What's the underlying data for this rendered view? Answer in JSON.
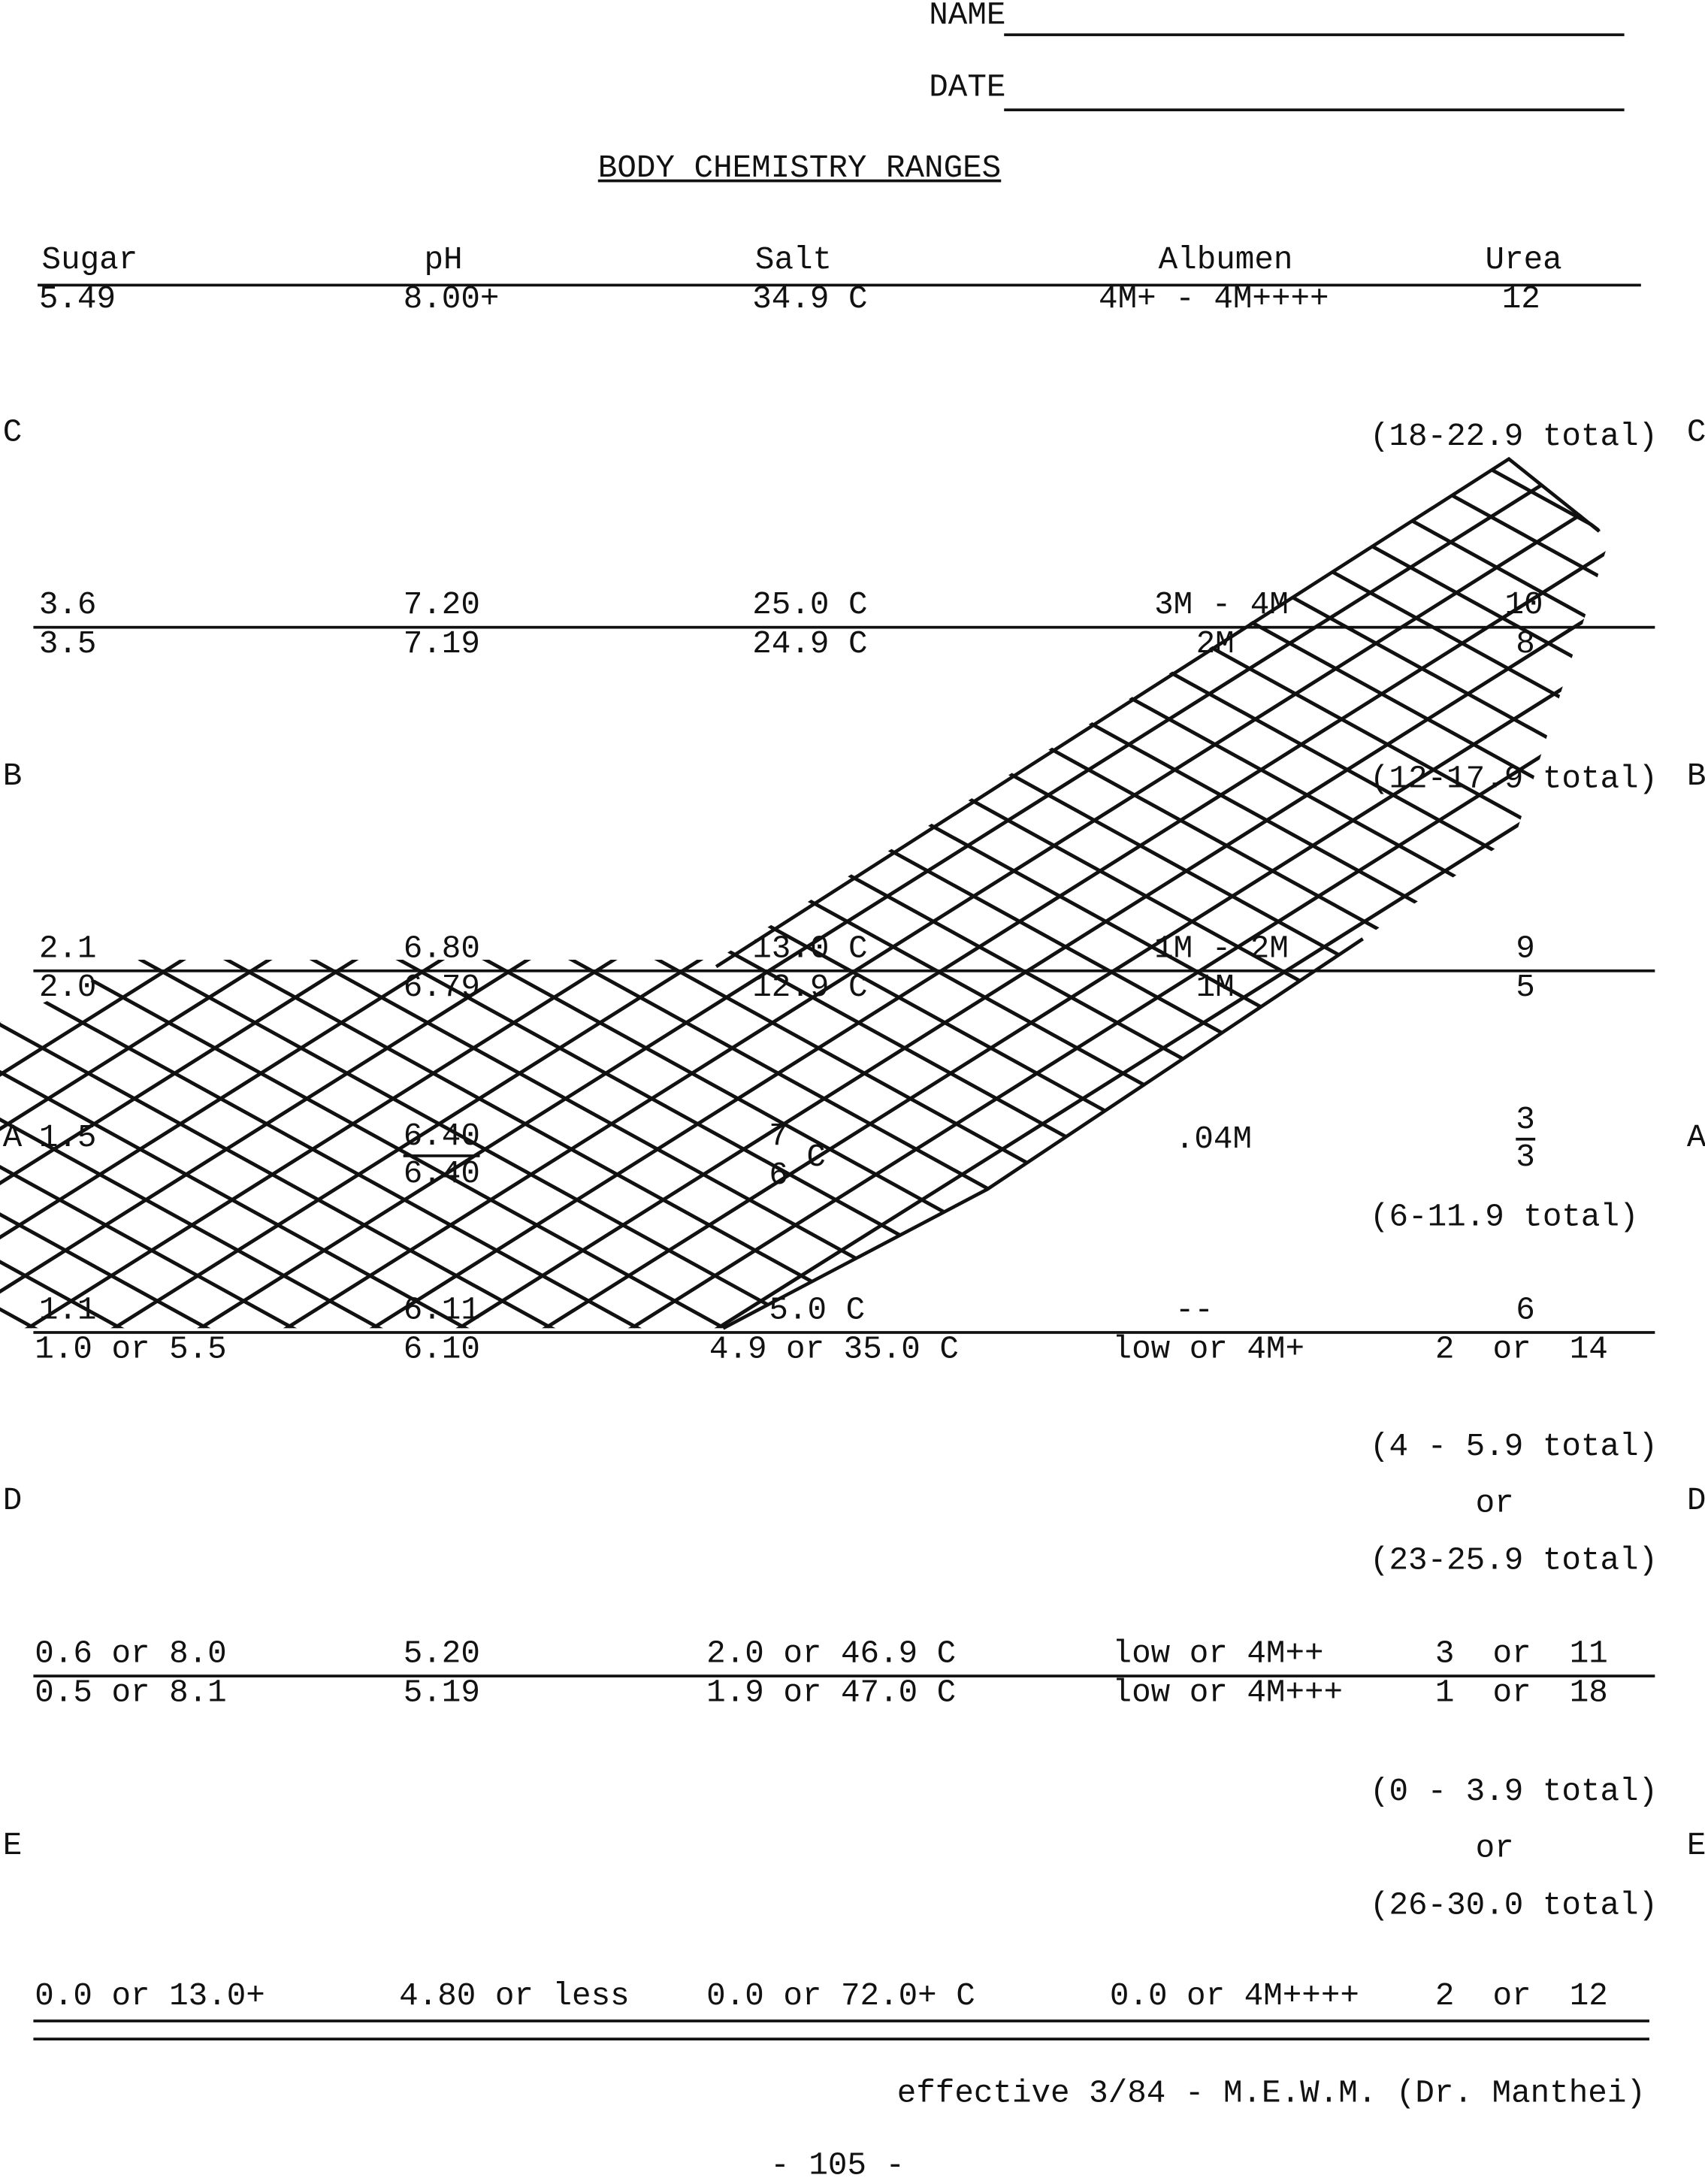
{
  "header": {
    "name_label": "NAME",
    "date_label": "DATE",
    "title": "BODY CHEMISTRY RANGES"
  },
  "columns": [
    "Sugar",
    "pH",
    "Salt",
    "Albumen",
    "Urea"
  ],
  "top_values": [
    "5.49",
    "8.00+",
    "34.9 C",
    "4M+ - 4M++++",
    "12"
  ],
  "zones": {
    "C": {
      "label": "C",
      "totals": [
        "(18-22.9 total)"
      ]
    },
    "B": {
      "label": "B",
      "totals": [
        "(12-17.9 total)"
      ]
    },
    "A": {
      "label": "A",
      "totals": [
        "(6-11.9 total)"
      ]
    },
    "D": {
      "label": "D",
      "totals": [
        "(4 - 5.9 total)",
        "or",
        "(23-25.9 total)"
      ]
    },
    "E": {
      "label": "E",
      "totals": [
        "(0 - 3.9 total)",
        "or",
        "(26-30.0 total)"
      ]
    }
  },
  "boundaries": [
    {
      "above": [
        "3.6",
        "7.20",
        "25.0 C",
        "3M - 4M",
        "10"
      ],
      "below": [
        "3.5",
        "7.19",
        "24.9 C",
        "2M",
        "8"
      ]
    },
    {
      "above": [
        "2.1",
        "6.80",
        "13.0 C",
        "1M - 2M",
        "9"
      ],
      "below": [
        "2.0",
        "6.79",
        "12.9 C",
        "1M",
        "5"
      ]
    },
    {
      "above": [
        "1.1",
        "6.11",
        "5.0 C",
        "--",
        "6"
      ],
      "below": [
        "1.0 or 5.5",
        "6.10",
        "4.9 or 35.0 C",
        "low or 4M+",
        "2  or  14"
      ]
    },
    {
      "above": [
        "0.6 or 8.0",
        "5.20",
        "2.0 or 46.9 C",
        "low or 4M++",
        "3  or  11"
      ],
      "below": [
        "0.5 or 8.1",
        "5.19",
        "1.9 or 47.0 C",
        "low or 4M+++",
        "1  or  18"
      ]
    }
  ],
  "zone_a_values": {
    "sugar": "1.5",
    "ph_top": "6.40",
    "ph_bottom": "6.40",
    "salt_top": "7",
    "salt_bottom": "6",
    "salt_unit": "C",
    "albumen": ".04M",
    "urea_top": "3",
    "urea_bottom": "3"
  },
  "bottom_values": [
    "0.0 or 13.0+",
    "4.80 or less",
    "0.0 or 72.0+ C",
    "0.0 or 4M++++",
    "2  or  12"
  ],
  "footer": {
    "note": "effective 3/84 - M.E.W.M. (Dr. Manthei)",
    "page_number": "- 105 -"
  }
}
